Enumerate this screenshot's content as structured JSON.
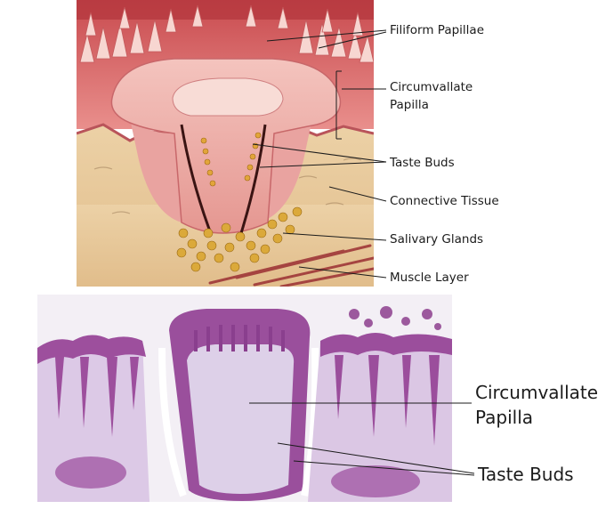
{
  "illustration": {
    "labels": {
      "filiform": "Filiform Papillae",
      "circumvallate_l1": "Circumvallate",
      "circumvallate_l2": "Papilla",
      "taste_buds": "Taste Buds",
      "connective": "Connective Tissue",
      "salivary": "Salivary Glands",
      "muscle": "Muscle Layer"
    }
  },
  "micrograph": {
    "labels": {
      "circumvallate_l1": "Circumvallate",
      "circumvallate_l2": "Papilla",
      "taste_buds": "Taste Buds"
    }
  },
  "colors": {
    "tissue_pink": "#e07f82",
    "connective_tan": "#e5c79b",
    "gland_gold": "#d9a62c",
    "stain_purple": "#9b4f9c",
    "stroma_lilac": "#d9c8e3"
  }
}
